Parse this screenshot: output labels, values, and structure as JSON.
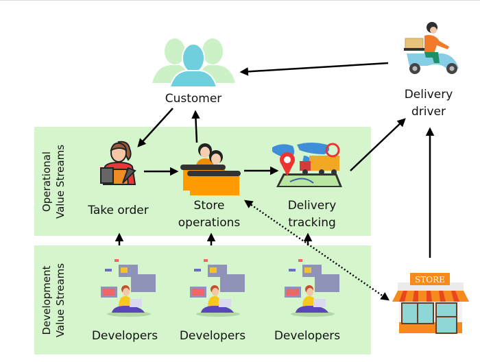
{
  "diagram": {
    "title": "",
    "panels": {
      "operational": {
        "label_line1": "Operational",
        "label_line2": "Value Streams",
        "color": "#d5f5cc"
      },
      "development": {
        "label_line1": "Development",
        "label_line2": "Value Streams",
        "color": "#d5f5cc"
      }
    },
    "nodes": {
      "customer": {
        "label": "Customer",
        "icon": "customers-group-icon"
      },
      "delivery_driver": {
        "label_line1": "Delivery",
        "label_line2": "driver",
        "icon": "scooter-courier-icon"
      },
      "take_order": {
        "label": "Take order",
        "icon": "waitress-clipboard-icon"
      },
      "store_operations": {
        "label_line1": "Store",
        "label_line2": "operations",
        "icon": "store-counter-staff-icon"
      },
      "delivery_tracking": {
        "label_line1": "Delivery",
        "label_line2": "tracking",
        "icon": "truck-map-tracking-icon"
      },
      "store": {
        "sign": "STORE",
        "icon": "storefront-icon"
      },
      "developers": [
        {
          "label": "Developers",
          "icon": "developer-laptop-icon"
        },
        {
          "label": "Developers",
          "icon": "developer-laptop-icon"
        },
        {
          "label": "Developers",
          "icon": "developer-laptop-icon"
        }
      ]
    },
    "edges": [
      {
        "from": "delivery_driver",
        "to": "customer",
        "style": "solid"
      },
      {
        "from": "customer",
        "to": "take_order",
        "style": "solid"
      },
      {
        "from": "store_operations",
        "to": "customer",
        "style": "solid"
      },
      {
        "from": "take_order",
        "to": "store_operations",
        "style": "solid"
      },
      {
        "from": "store_operations",
        "to": "delivery_tracking",
        "style": "solid"
      },
      {
        "from": "delivery_tracking",
        "to": "delivery_driver",
        "style": "solid"
      },
      {
        "from": "store",
        "to": "delivery_driver",
        "style": "solid"
      },
      {
        "from": "developers.0",
        "to": "take_order",
        "style": "solid"
      },
      {
        "from": "developers.1",
        "to": "store_operations",
        "style": "solid"
      },
      {
        "from": "developers.2",
        "to": "delivery_tracking",
        "style": "solid"
      },
      {
        "from": "store",
        "to": "store_operations",
        "style": "dotted",
        "bidirectional": true
      }
    ]
  }
}
